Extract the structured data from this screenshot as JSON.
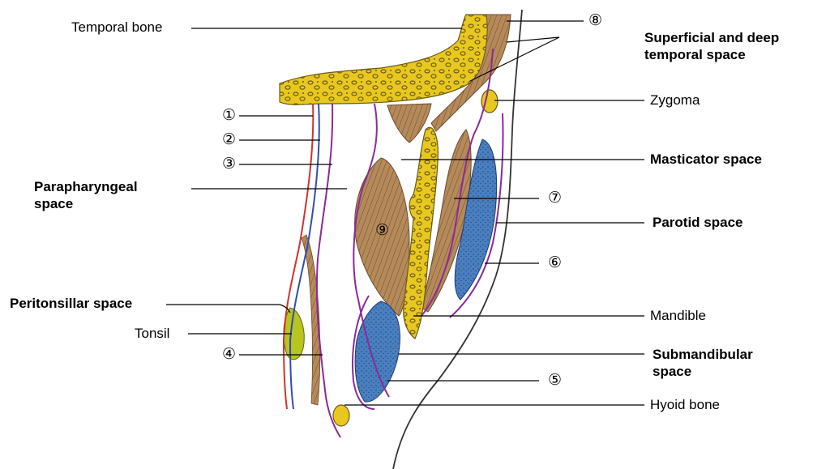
{
  "labels": {
    "temporal_bone": "Temporal bone",
    "superficial_deep_temporal_space": "Superficial and deep\ntemporal space",
    "zygoma": "Zygoma",
    "masticator_space": "Masticator space",
    "parapharyngeal_space": "Parapharyngeal\nspace",
    "parotid_space": "Parotid space",
    "peritonsillar_space": "Peritonsillar space",
    "tonsil": "Tonsil",
    "mandible": "Mandible",
    "submandibular_space": "Submandibular\nspace",
    "hyoid_bone": "Hyoid bone"
  },
  "markers": [
    "①",
    "②",
    "③",
    "④",
    "⑤",
    "⑥",
    "⑦",
    "⑧",
    "⑨"
  ],
  "colors": {
    "bone": "#e8c81e",
    "bone_spots": "#6b5a1a",
    "muscle": "#b58a5a",
    "gland": "#4a7fc0",
    "tonsil": "#b8c420",
    "fascia": "#8a2a9a",
    "mucosa_red": "#d0342c",
    "mucosa_blue": "#2f4fb0",
    "skin": "#333333"
  }
}
